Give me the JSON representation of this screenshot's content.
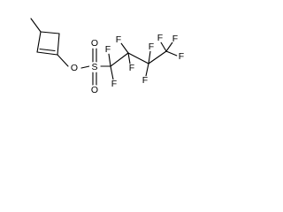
{
  "molecule": {
    "atoms": {
      "o_ester": "O",
      "s": "S",
      "o_top": "O",
      "o_bottom": "O",
      "f1": "F",
      "f2": "F",
      "f3": "F",
      "f4": "F",
      "f5": "F",
      "f6": "F",
      "f7": "F",
      "f8": "F",
      "f9": "F"
    }
  }
}
